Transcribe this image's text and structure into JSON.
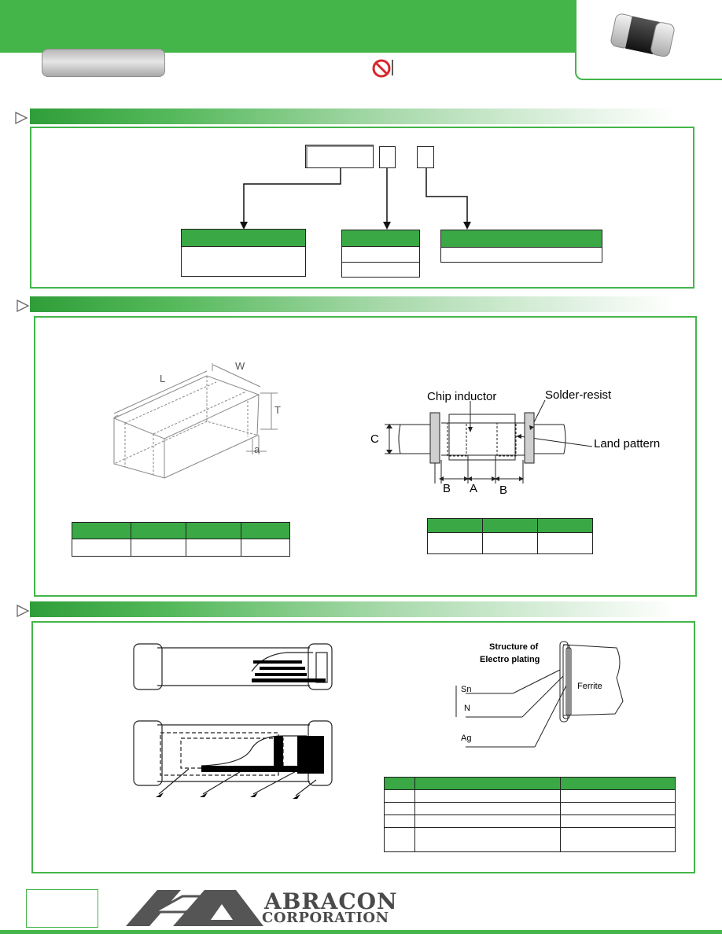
{
  "brand": {
    "name_line1": "ABRACON",
    "name_line2": "CORPORATION"
  },
  "colors": {
    "accent_green": "#43b549",
    "header_green": "#3aa845",
    "prohibit_red": "#d9262c"
  },
  "icons": {
    "section_marker": "triangle-arrow-icon",
    "prohibited": "no-entry-icon",
    "product": "chip-bead-icon"
  },
  "diagrams": {
    "dimensions": {
      "labels": {
        "length": "L",
        "width": "W",
        "thickness": "T",
        "terminal": "a"
      }
    },
    "land_pattern": {
      "chip_inductor": "Chip inductor",
      "solder_resist": "Solder-resist",
      "land_pattern": "Land pattern",
      "c": "C",
      "a": "A",
      "b_left": "B",
      "b_right": "B"
    },
    "plating": {
      "title_line1": "Structure of",
      "title_line2": "Electro plating",
      "sn": "Sn",
      "ni": "N",
      "ag": "Ag",
      "ferrite": "Ferrite"
    }
  }
}
